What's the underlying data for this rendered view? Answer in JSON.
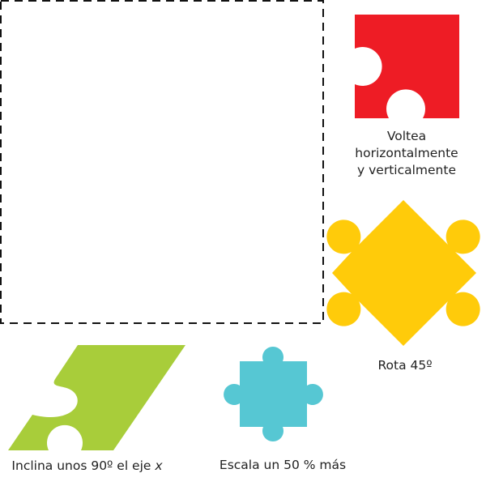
{
  "colors": {
    "flip_piece": "#ee1c25",
    "rotate_piece": "#ffcb0a",
    "skew_piece": "#a8cd3a",
    "scale_piece": "#56c7d3",
    "dashed_outline": "#111111",
    "text": "#222222"
  },
  "dashed_area": {
    "description": "empty target square"
  },
  "pieces": {
    "flip": {
      "caption_lines": [
        "Voltea",
        "horizontalmente",
        "y verticalmente"
      ]
    },
    "rotate": {
      "caption": "Rota 45º"
    },
    "skew": {
      "caption_main": "Inclina unos 90º el eje ",
      "caption_italic": "x"
    },
    "scale": {
      "caption": "Escala un 50 % más"
    }
  }
}
